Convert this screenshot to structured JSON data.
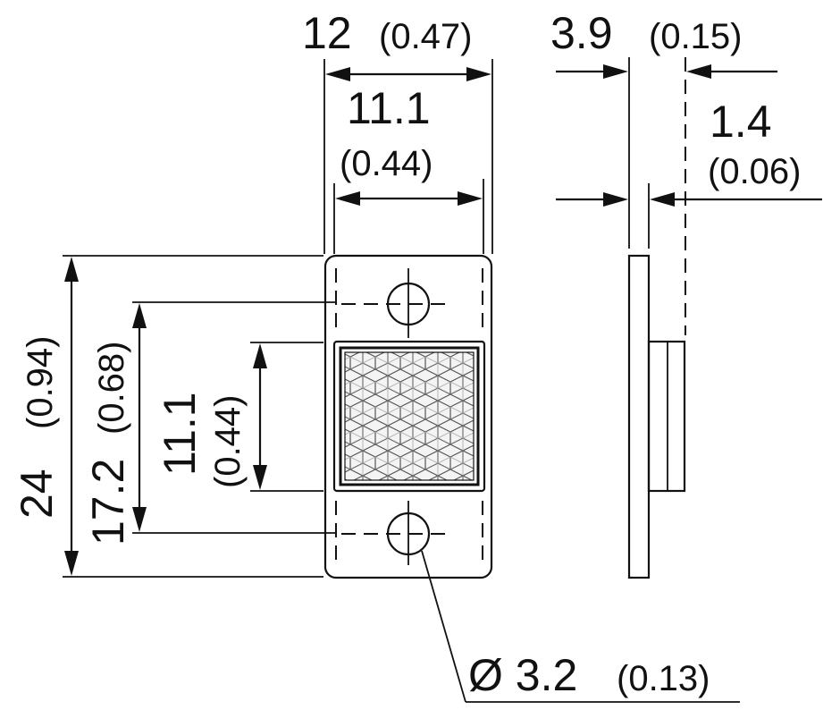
{
  "dimensions": {
    "top_width": {
      "value": "12",
      "inch": "(0.47)"
    },
    "top_inner": {
      "value": "11.1",
      "inch": "(0.44)"
    },
    "side_depth": {
      "value": "3.9",
      "inch": "(0.15)"
    },
    "side_plate": {
      "value": "1.4",
      "inch": "(0.06)"
    },
    "height": {
      "value": "24",
      "inch": "(0.94)"
    },
    "hole_pitch": {
      "value": "17.2",
      "inch": "(0.68)"
    },
    "reflector_height": {
      "value": "11.1",
      "inch": "(0.44)"
    },
    "hole_diameter": {
      "value": "Ø 3.2",
      "inch": "(0.13)"
    }
  },
  "colors": {
    "line": "#111111",
    "background": "#ffffff"
  }
}
